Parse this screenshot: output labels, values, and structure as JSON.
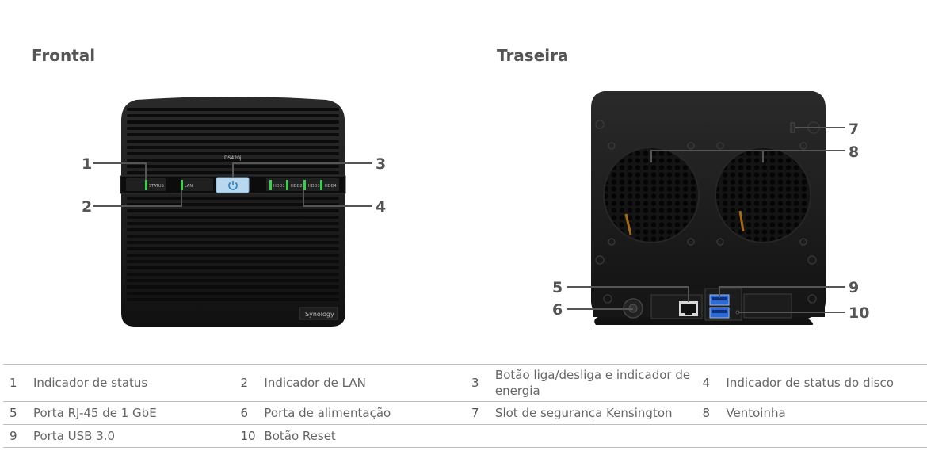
{
  "front_title": "Frontal",
  "back_title": "Traseira",
  "front_device": {
    "model_label": "DS420j",
    "brand": "Synology",
    "panel_labels": [
      "STATUS",
      "LAN",
      "HDD1",
      "HDD2",
      "HDD3",
      "HDD4"
    ]
  },
  "callouts": {
    "front": [
      "1",
      "2",
      "3",
      "4"
    ],
    "back": [
      "5",
      "6",
      "7",
      "8",
      "9",
      "10"
    ]
  },
  "legend": [
    [
      {
        "num": "1",
        "text": "Indicador de status"
      },
      {
        "num": "2",
        "text": "Indicador de LAN"
      },
      {
        "num": "3",
        "text": "Botão liga/desliga e indicador de energia"
      },
      {
        "num": "4",
        "text": "Indicador de status do disco"
      }
    ],
    [
      {
        "num": "5",
        "text": "Porta RJ-45 de 1 GbE"
      },
      {
        "num": "6",
        "text": "Porta de alimentação"
      },
      {
        "num": "7",
        "text": "Slot de segurança Kensington"
      },
      {
        "num": "8",
        "text": "Ventoinha"
      }
    ],
    [
      {
        "num": "9",
        "text": "Porta USB 3.0"
      },
      {
        "num": "10",
        "text": "Botão Reset"
      },
      {
        "num": "",
        "text": ""
      },
      {
        "num": "",
        "text": ""
      }
    ]
  ],
  "colors": {
    "device_body": "#1a1a1a",
    "led_green": "#39d14a",
    "power_blue": "#6fb6e8",
    "callout_line": "#555555"
  }
}
